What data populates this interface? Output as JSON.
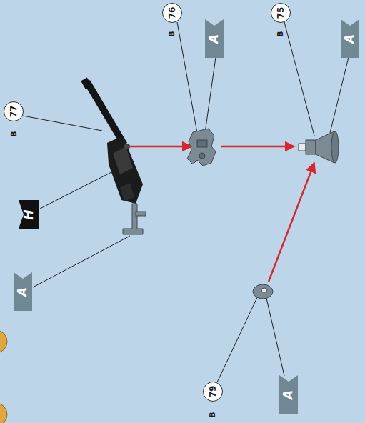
{
  "diagram": {
    "nodes": [
      {
        "text": [
          "77"
        ]
      },
      {
        "text": [
          "76"
        ]
      },
      {
        "text": [
          "A"
        ]
      },
      {
        "text": [
          "75"
        ]
      },
      {
        "text": [
          "A"
        ]
      },
      {
        "text": [
          "H"
        ]
      },
      {
        "text": [
          "A"
        ]
      },
      {
        "text": [
          "79"
        ]
      },
      {
        "text": [
          "A"
        ]
      }
    ],
    "labels": [
      "B",
      "B",
      "B",
      "B"
    ]
  }
}
